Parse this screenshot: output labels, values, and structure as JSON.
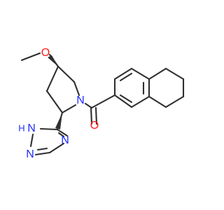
{
  "molecule": {
    "labels": {
      "oxygen_methoxy": "O",
      "oxygen_carbonyl": "O",
      "nitrogen_ring": "N",
      "triazole_n1": "N",
      "triazole_n_top": "N",
      "triazole_h": "H",
      "triazole_n4": "N"
    },
    "colors": {
      "bond": "#2f2f2f",
      "oxygen": "#ff1a1a",
      "nitrogen": "#1f2cff"
    }
  }
}
